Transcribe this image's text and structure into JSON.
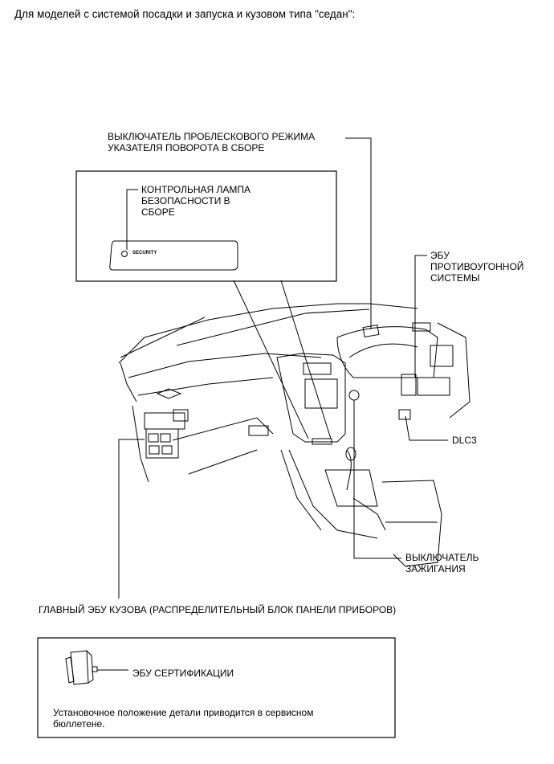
{
  "header": "Для моделей с системой посадки и запуска и кузовом типа \"седан\":",
  "callouts": {
    "flasher_switch": "ВЫКЛЮЧАТЕЛЬ ПРОБЛЕСКОВОГО РЕЖИМА\nУКАЗАТЕЛЯ ПОВОРОТА В СБОРЕ",
    "security_lamp": "КОНТРОЛЬНАЯ ЛАМПА\nБЕЗОПАСНОСТИ В\nСБОРЕ",
    "immobiliser_ecu": "ЭБУ\nПРОТИВОУГОННОЙ\nСИСТЕМЫ",
    "dlc3": "DLC3",
    "ignition_switch": "ВЫКЛЮЧАТЕЛЬ\nЗАЖИГАНИЯ",
    "main_body_ecu": "ГЛАВНЫЙ ЭБУ КУЗОВА (РАСПРЕДЕЛИТЕЛЬНЫЙ БЛОК ПАНЕЛИ ПРИБОРОВ)"
  },
  "inset": {
    "lamp_marking": "SECURITY"
  },
  "legend_box": {
    "certification_ecu": "ЭБУ СЕРТИФИКАЦИИ",
    "note": "Установочное положение детали приводится в сервисном\nбюллетене."
  }
}
